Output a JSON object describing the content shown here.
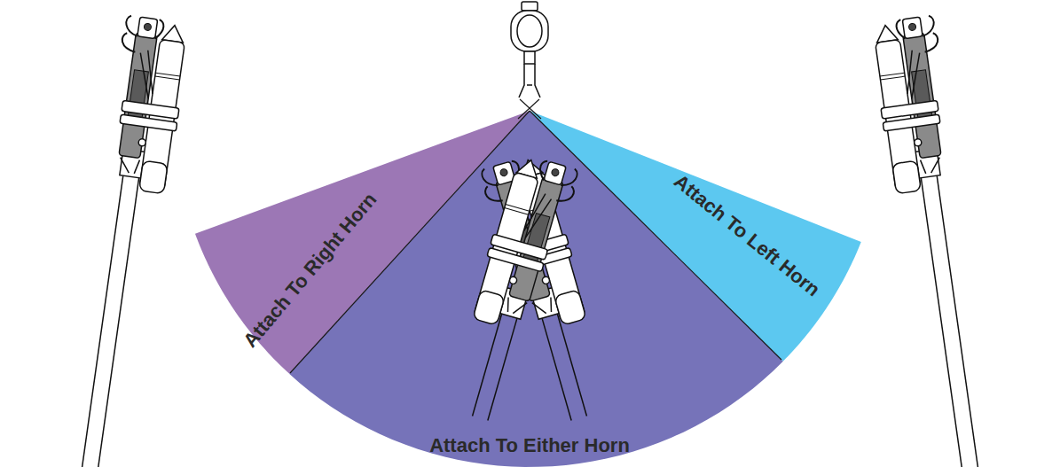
{
  "diagram": {
    "nodes": [
      {
        "text": [
          "Attach To Right Horn"
        ]
      },
      {
        "text": [
          "Attach To Left Horn"
        ]
      },
      {
        "text": [
          "Attach To Either Horn"
        ]
      }
    ]
  }
}
